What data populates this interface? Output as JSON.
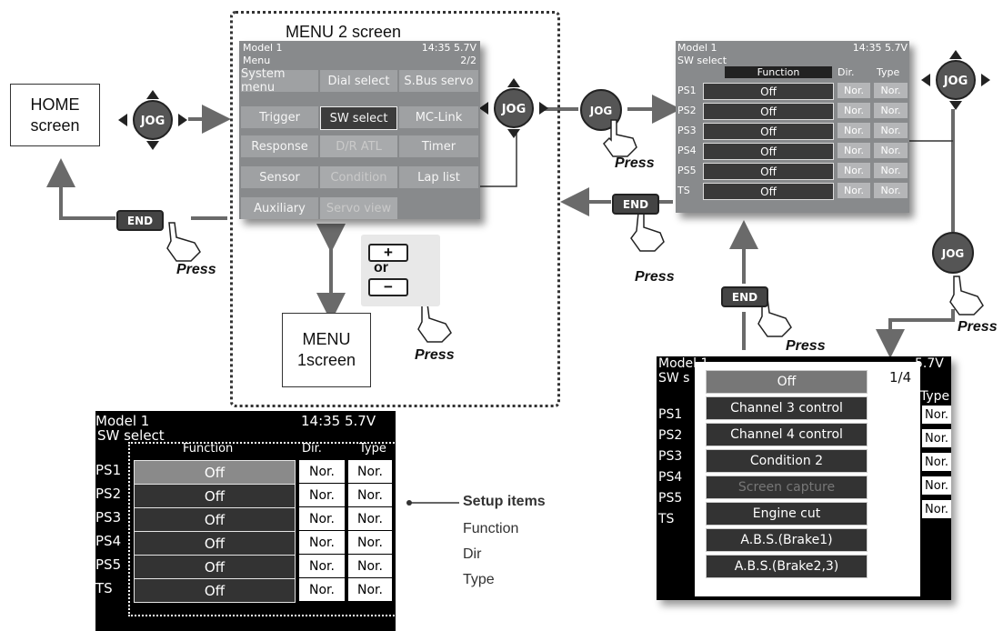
{
  "home_box": {
    "line1": "HOME",
    "line2": "screen"
  },
  "menu1_box": {
    "line1": "MENU",
    "line2": "1screen"
  },
  "menu2_caption": "MENU 2 screen",
  "jog_label": "JOG",
  "end_label": "END",
  "press_label": "Press",
  "plus_minus": {
    "plus": "+",
    "or": "or",
    "minus": "−"
  },
  "menu_screen": {
    "model": "Model 1",
    "status": "14:35 5.7V",
    "title": "Menu",
    "page": "2/2",
    "items": [
      "System menu",
      "Dial select",
      "S.Bus servo",
      "Trigger",
      "SW select",
      "MC-Link",
      "Response",
      "D/R ATL",
      "Timer",
      "Sensor",
      "Condition",
      "Lap list",
      "Auxiliary",
      "Servo view"
    ]
  },
  "sw_screen": {
    "model": "Model 1",
    "status": "14:35 5.7V",
    "title": "SW select",
    "headers": {
      "function": "Function",
      "dir": "Dir.",
      "type": "Type"
    },
    "rows": [
      {
        "name": "PS1",
        "function": "Off",
        "dir": "Nor.",
        "type": "Nor."
      },
      {
        "name": "PS2",
        "function": "Off",
        "dir": "Nor.",
        "type": "Nor."
      },
      {
        "name": "PS3",
        "function": "Off",
        "dir": "Nor.",
        "type": "Nor."
      },
      {
        "name": "PS4",
        "function": "Off",
        "dir": "Nor.",
        "type": "Nor."
      },
      {
        "name": "PS5",
        "function": "Off",
        "dir": "Nor.",
        "type": "Nor."
      },
      {
        "name": "TS",
        "function": "Off",
        "dir": "Nor.",
        "type": "Nor."
      }
    ]
  },
  "bottom_screen": {
    "model": "Model 1",
    "status": "14:35 5.7V",
    "title": "SW select",
    "headers": {
      "function": "Function",
      "dir": "Dir.",
      "type": "Type"
    },
    "rows": [
      {
        "name": "PS1",
        "function": "Off",
        "dir": "Nor.",
        "type": "Nor."
      },
      {
        "name": "PS2",
        "function": "Off",
        "dir": "Nor.",
        "type": "Nor."
      },
      {
        "name": "PS3",
        "function": "Off",
        "dir": "Nor.",
        "type": "Nor."
      },
      {
        "name": "PS4",
        "function": "Off",
        "dir": "Nor.",
        "type": "Nor."
      },
      {
        "name": "PS5",
        "function": "Off",
        "dir": "Nor.",
        "type": "Nor."
      },
      {
        "name": "TS",
        "function": "Off",
        "dir": "Nor.",
        "type": "Nor."
      }
    ]
  },
  "setup": {
    "title": "Setup items",
    "items": [
      "Function",
      "Dir",
      "Type"
    ]
  },
  "option_screen": {
    "model": "Model 1",
    "status": "5.7V",
    "title": "SW s",
    "page": "1/4",
    "type_header": "Type",
    "row_names": [
      "PS1",
      "PS2",
      "PS3",
      "PS4",
      "PS5",
      "TS"
    ],
    "type_cells": [
      "Nor.",
      "Nor.",
      "Nor.",
      "Nor.",
      "Nor."
    ],
    "options": [
      "Off",
      "Channel 3 control",
      "Channel 4 control",
      "Condition 2",
      "Screen capture",
      "Engine cut",
      "A.B.S.(Brake1)",
      "A.B.S.(Brake2,3)"
    ]
  },
  "colors": {
    "arrow": "#6a6a6a",
    "screen_bg": "#888a8c",
    "dark_row": "#333333"
  }
}
